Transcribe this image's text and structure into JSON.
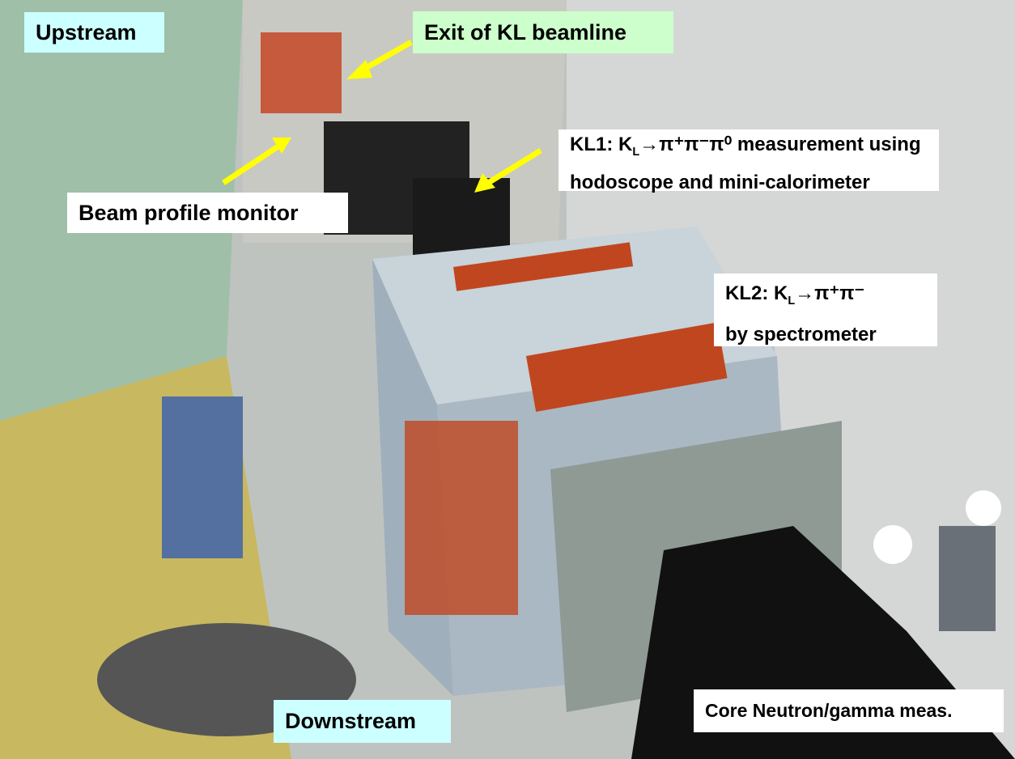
{
  "labels": {
    "upstream": "Upstream",
    "exit": "Exit of KL beamline",
    "beam_profile": "Beam profile monitor",
    "kl1_prefix": "KL1: K",
    "kl1_sub": "L",
    "kl1_rest": "→π⁺π⁻π⁰ measurement using",
    "kl1_line2": "hodoscope and mini-calorimeter",
    "kl2_prefix": "KL2: K",
    "kl2_sub": "L",
    "kl2_rest": "→π⁺π⁻",
    "kl2_line2": "by spectrometer",
    "downstream": "Downstream",
    "core": "Core Neutron/gamma meas."
  },
  "colors": {
    "arrow": "#ffff00",
    "magnet_red": "#c0461f",
    "steel": "#b8c6d2"
  }
}
